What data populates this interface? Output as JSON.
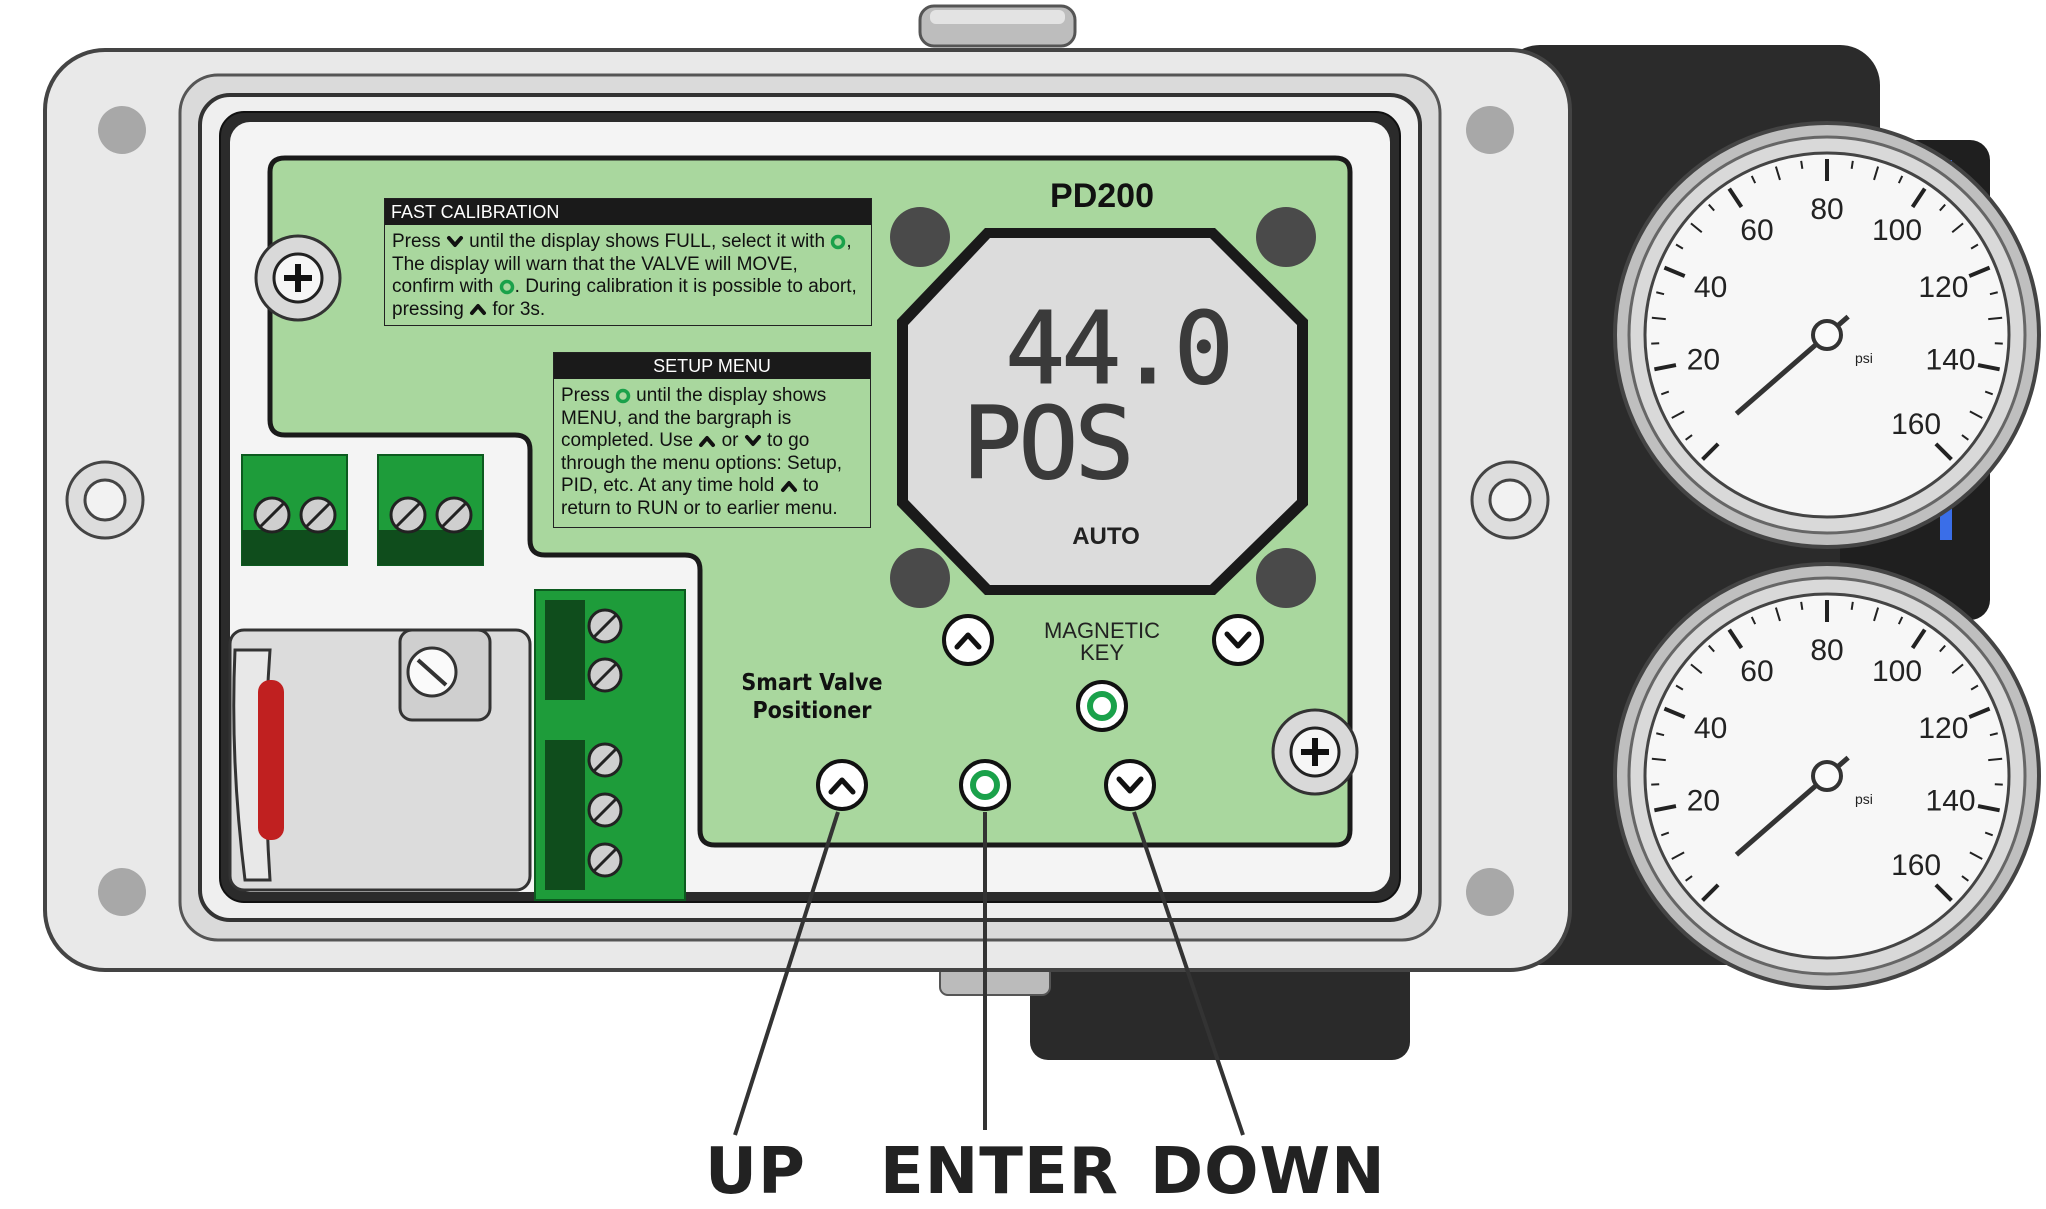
{
  "device": {
    "model": "PD200",
    "subtitle_line1": "Smart Valve",
    "subtitle_line2": "Positioner",
    "magnetic_key_line1": "MAGNETIC",
    "magnetic_key_line2": "KEY"
  },
  "display": {
    "value": "44.0",
    "parameter": "POS",
    "mode": "AUTO"
  },
  "fast_calibration": {
    "title": "FAST CALIBRATION",
    "body_html": "Press <span class='ic' data-name='chevron-down-icon' data-interactable='false'>DOWN</span> until the display shows FULL, select it with <span class='ic' data-name='enter-ring-icon' data-interactable='false'>ENTER</span>, The display will warn that the VALVE will MOVE, confirm with <span class='ic' data-name='enter-ring-icon' data-interactable='false'>ENTER</span>. During calibration it is possible to abort, pressing <span class='ic' data-name='chevron-up-icon' data-interactable='false'>UP</span> for 3s."
  },
  "fast_calibration_parts": {
    "p1": "Press",
    "p2": "until the display shows FULL, select it with",
    "p3": ",",
    "p4": "The display will warn that the VALVE will MOVE,",
    "p5": "confirm with",
    "p6": ". During calibration it is possible to",
    "p7": "abort, pressing",
    "p8": "for 3s."
  },
  "setup_menu": {
    "title": "SETUP MENU",
    "p1": "Press",
    "p2": "until the display shows",
    "p3": "MENU, and the bargraph is",
    "p4": "completed. Use",
    "p5": "or",
    "p6": "to go",
    "p7": "through the menu options: Setup,",
    "p8": "PID, etc. At any time hold",
    "p9": "to",
    "p10": "return to RUN or to earlier menu."
  },
  "callouts": {
    "up": "UP",
    "enter": "ENTER",
    "down": "DOWN"
  },
  "gauge_top": {
    "ticks": [
      "20",
      "40",
      "60",
      "80",
      "100",
      "120",
      "140",
      "160"
    ],
    "unit": "psi"
  },
  "gauge_bottom": {
    "ticks": [
      "20",
      "40",
      "60",
      "80",
      "100",
      "120",
      "140",
      "160"
    ],
    "unit": "psi"
  },
  "colors": {
    "panel_green": "#a9d79e",
    "terminal_green": "#1e9c3a",
    "enter_ring": "#1aa14a"
  }
}
